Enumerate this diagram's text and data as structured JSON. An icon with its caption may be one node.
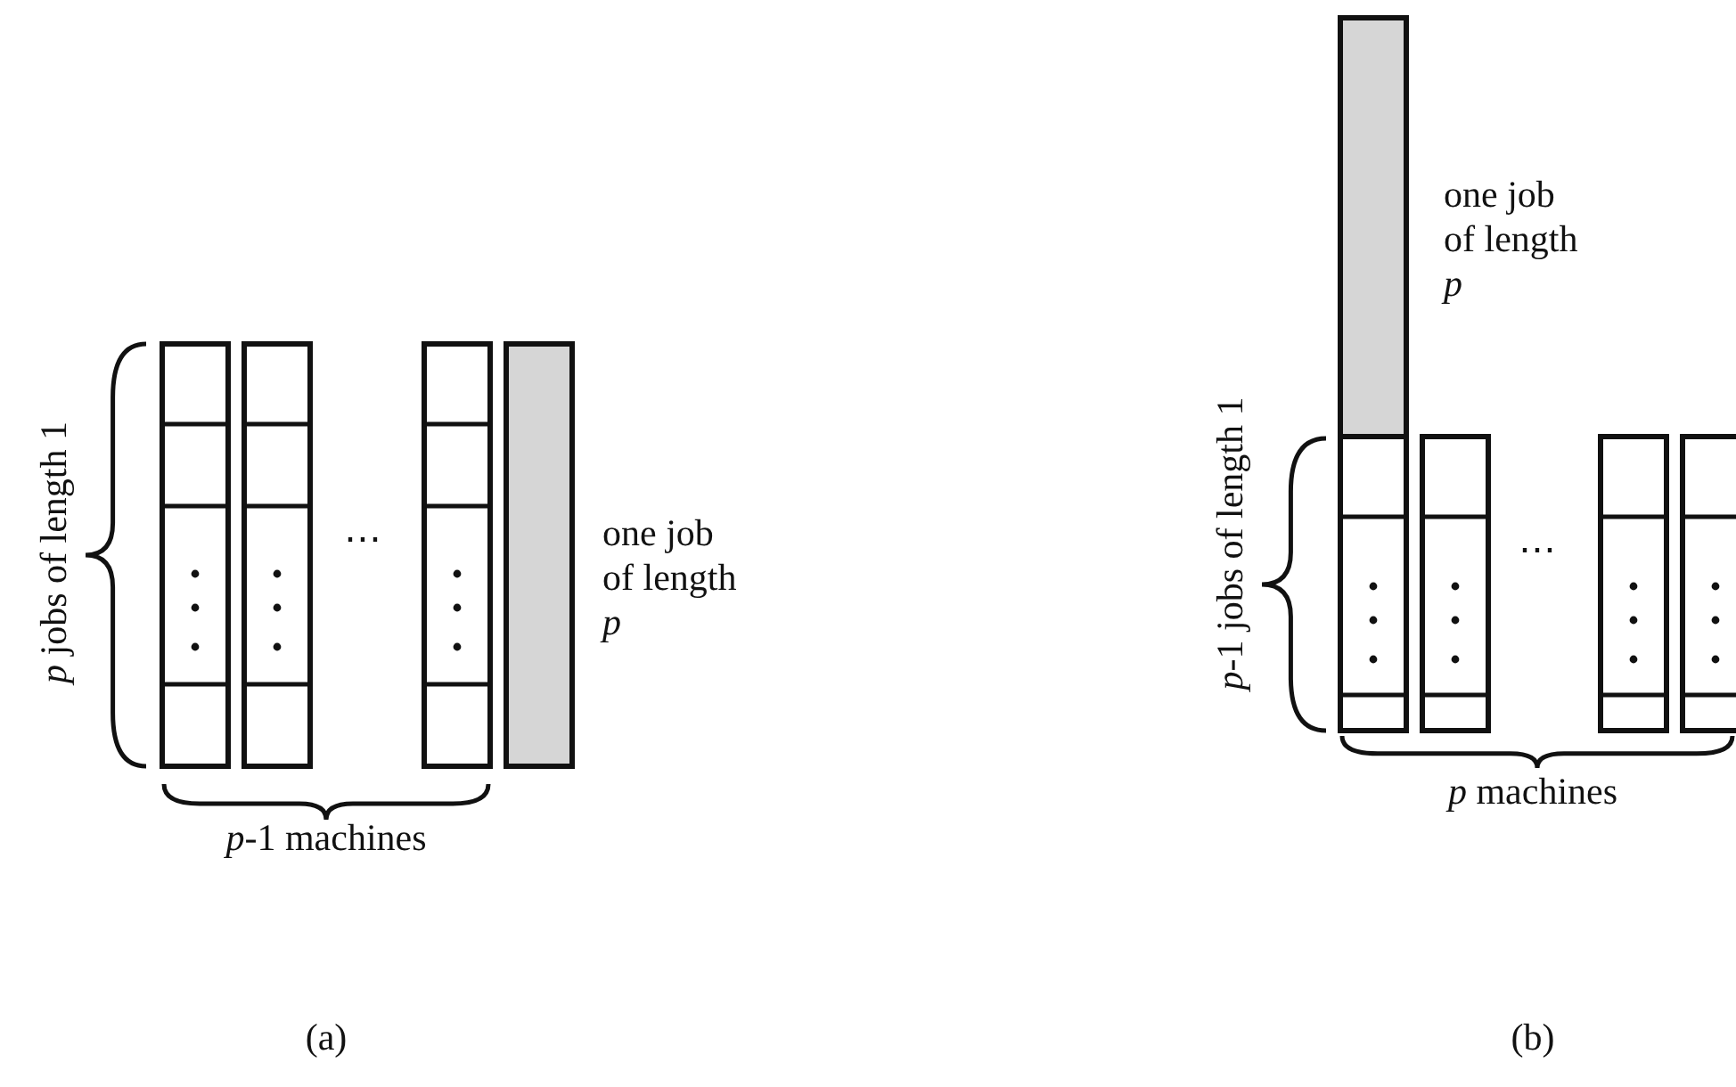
{
  "diagram": {
    "labels": [
      "*p* jobs of length 1",
      "⋯",
      "one job of length *p*",
      "*p*-1 machines",
      "(a)",
      "one job of length *p*",
      "*p*-1 jobs of length 1",
      "⋯",
      "*p* machines",
      "(b)"
    ]
  }
}
